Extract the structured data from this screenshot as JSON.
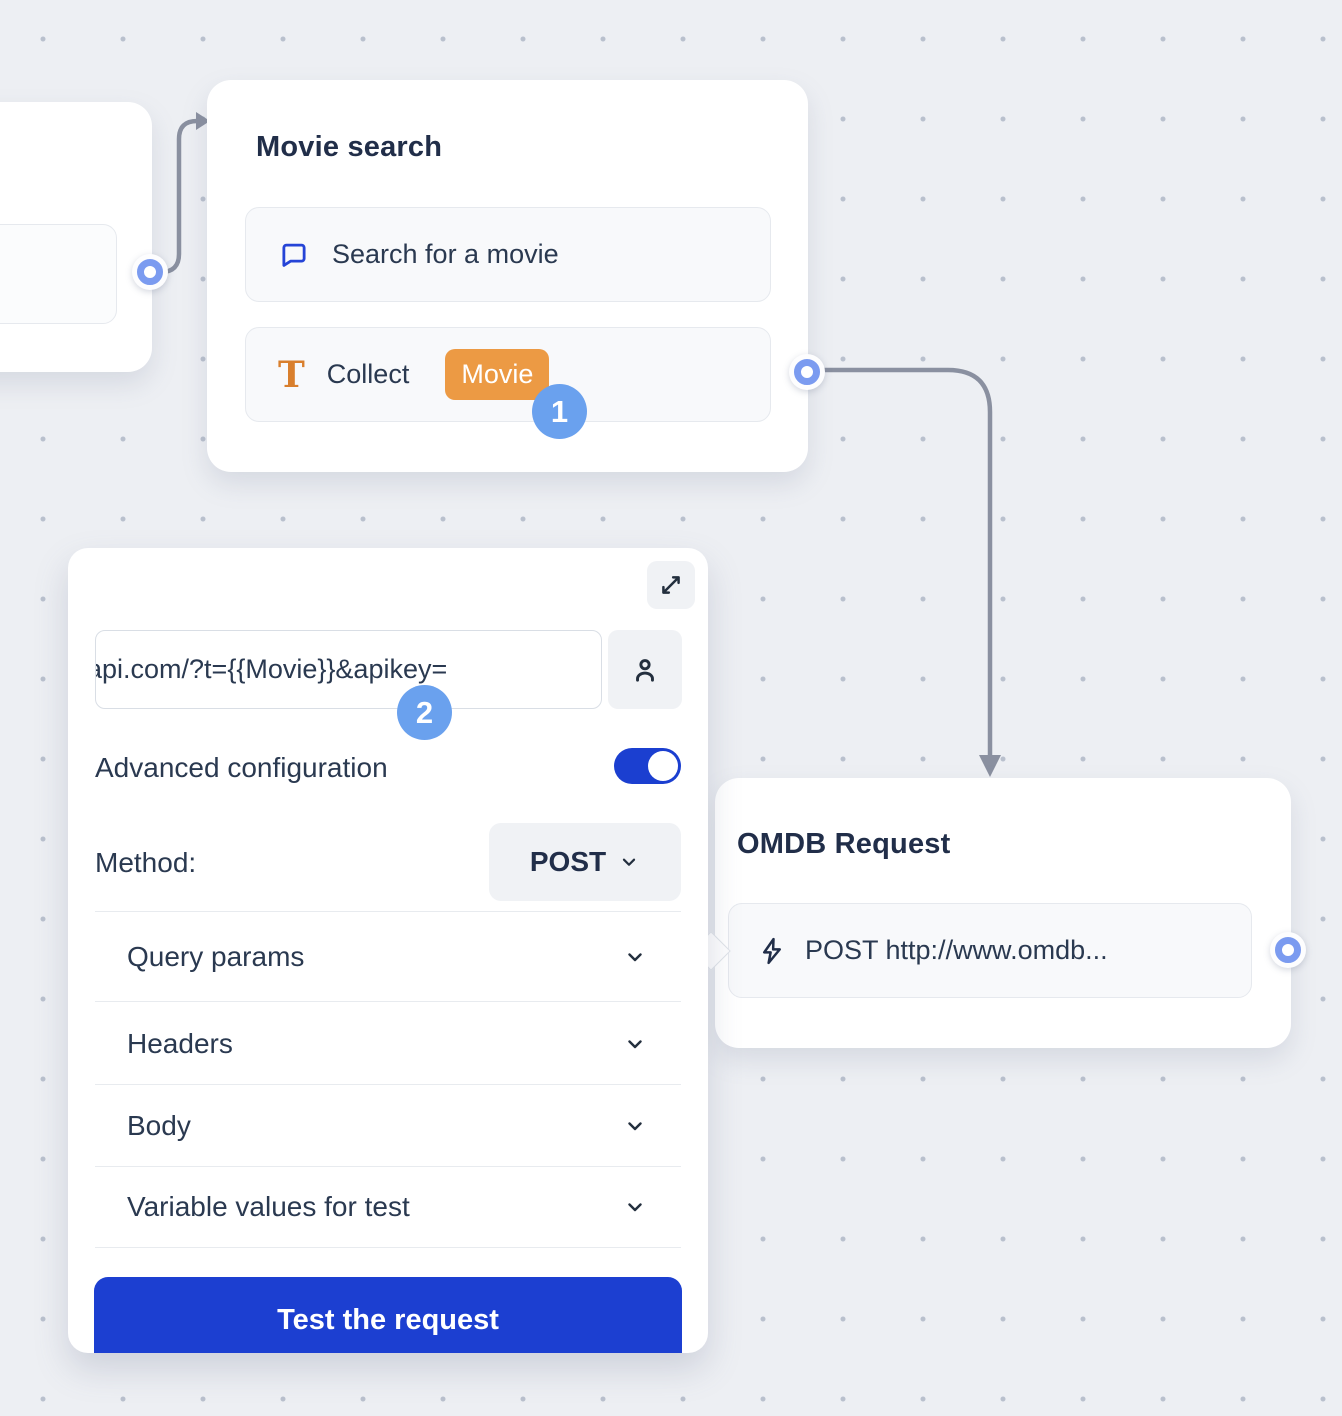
{
  "canvas": {
    "nodes": {
      "movie_search": {
        "title": "Movie search",
        "items": [
          {
            "icon": "chat-bubble-icon",
            "label": "Search for a movie"
          },
          {
            "icon": "text-input-icon",
            "label": "Collect",
            "variable_badge": "Movie"
          }
        ]
      },
      "omdb_request": {
        "title": "OMDB Request",
        "items": [
          {
            "icon": "lightning-icon",
            "label": "POST http://www.omdb..."
          }
        ]
      }
    },
    "step_markers": [
      {
        "number": "1"
      },
      {
        "number": "2"
      }
    ]
  },
  "webhook_panel": {
    "expand_icon": "expand-icon",
    "url_input": {
      "value": "api.com/?t={{Movie}}&apikey="
    },
    "user_button_icon": "person-icon",
    "advanced_configuration": {
      "label": "Advanced configuration",
      "enabled": true
    },
    "method": {
      "label": "Method:",
      "selected": "POST"
    },
    "sections": [
      {
        "label": "Query params"
      },
      {
        "label": "Headers"
      },
      {
        "label": "Body"
      },
      {
        "label": "Variable values for test"
      }
    ],
    "test_button_label": "Test the request"
  },
  "colors": {
    "background": "#edeff3",
    "grid_dot": "#b9c0cd",
    "accent_blue": "#1c3fd1",
    "step_circle_blue": "#6aa1ee",
    "port_ring_blue": "#7b9bf0",
    "badge_orange": "#ec9a44",
    "icon_orange": "#d97f2d",
    "icon_blue": "#2544d7",
    "connector_gray": "#8a90a0",
    "text_dark": "#212e49"
  }
}
